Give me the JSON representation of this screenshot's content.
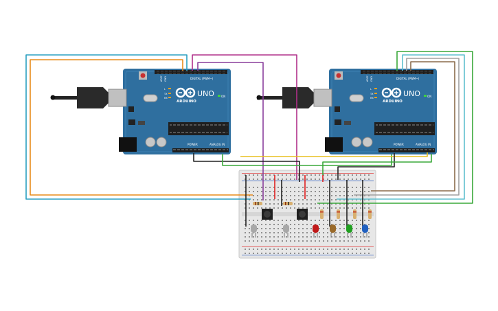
{
  "boards": [
    {
      "model": "UNO",
      "brand": "ARDUINO",
      "digital_label": "DIGITAL (PWM~)",
      "power_label": "POWER",
      "analog_label": "ANALOG IN",
      "on_label": "ON",
      "tx_label": "TX",
      "rx_label": "RX",
      "l_label": "L",
      "aref_label": "AREF",
      "gnd_label": "GND"
    },
    {
      "model": "UNO",
      "brand": "ARDUINO",
      "digital_label": "DIGITAL (PWM~)",
      "power_label": "POWER",
      "analog_label": "ANALOG IN",
      "on_label": "ON",
      "tx_label": "TX",
      "rx_label": "RX",
      "l_label": "L",
      "aref_label": "AREF",
      "gnd_label": "GND"
    }
  ],
  "colors": {
    "board": "#2f6f9f",
    "board_dark": "#235578",
    "breadboard": "#e7e7e7",
    "wire_teal": "#2a9fc0",
    "wire_orange": "#e88b1a",
    "wire_purple": "#8a3f9c",
    "wire_magenta": "#b0308a",
    "wire_green": "#3aa83a",
    "wire_brown": "#8a6a4a",
    "wire_gray": "#a0a0a0",
    "wire_light_teal": "#5fbfcf",
    "wire_black": "#222222",
    "wire_red": "#e02020",
    "wire_yellow": "#e8c020",
    "led_gray": "#a8a8a8",
    "led_red": "#c01818",
    "led_brown": "#9a6a2a",
    "led_green": "#20a020",
    "led_blue": "#2060c0"
  },
  "leds": [
    "led_gray",
    "led_gray",
    "led_red",
    "led_brown",
    "led_green",
    "led_blue"
  ],
  "icons": [
    "usb-cable-icon",
    "pushbutton-icon",
    "resistor-icon",
    "led-icon"
  ]
}
